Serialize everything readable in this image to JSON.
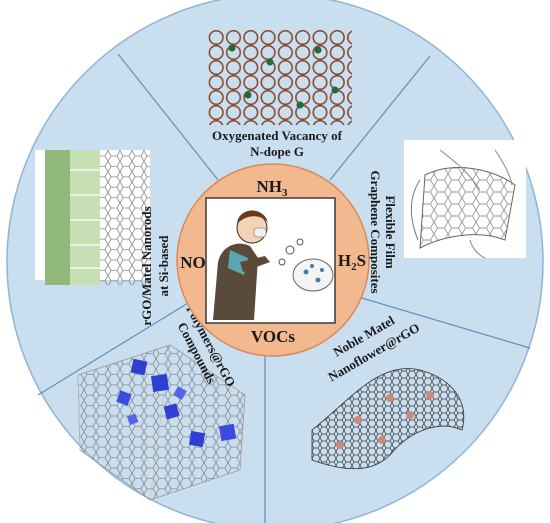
{
  "center": {
    "gases": {
      "top": "NH",
      "top_sub": "3",
      "left": "NO",
      "right": "H",
      "right_sub": "2",
      "right_tail": "S",
      "bottom": "VOCs"
    }
  },
  "sectors": {
    "top": {
      "line1": "Oxygenated Vacancy of",
      "line2": "N-dope G"
    },
    "right": {
      "line1": "Graphene Composites",
      "line2": "Flexible Film"
    },
    "bottom_right": {
      "line1": "Noble Matel",
      "line2": "Nanoflower@rGO"
    },
    "bottom_left": {
      "line1": "Polymers@rGO",
      "line2": "Compounds"
    },
    "left": {
      "line1": "rGO/Matel Nanorods",
      "line2": "at Si-based"
    }
  },
  "colors": {
    "outer_disc": "#c9dff0",
    "divider": "#5b8fc0",
    "center_disc": "#f2b98f",
    "center_border": "#d9895a",
    "graphene_bond": "#8b4a2c",
    "dopant": "#1f6b3a",
    "cube": "#2f3fd4"
  }
}
